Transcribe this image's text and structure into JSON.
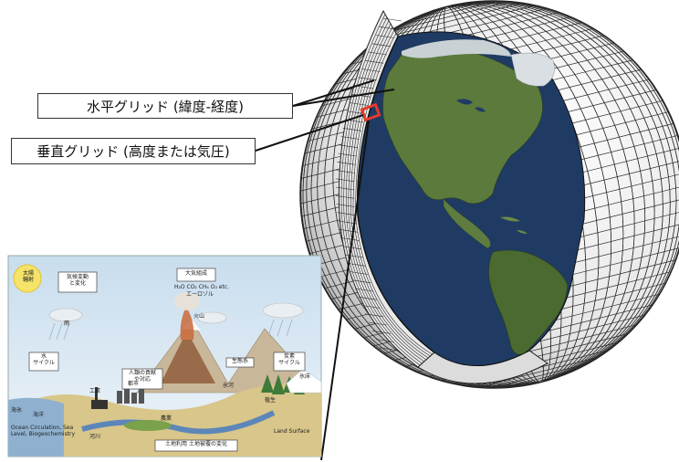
{
  "labels": {
    "horizontal_grid": "水平グリッド (緯度-経度)",
    "vertical_grid": "垂直グリッド (高度または気圧)"
  },
  "inset": {
    "boxes": {
      "solar": "太陽\n輻射",
      "climate_change": "気候変動\nと変化",
      "atmos_composition": "大気組成",
      "atmos_formula": "H₂O CO₂ CH₄ O₃ etc.",
      "aerosol": "エーロゾル",
      "water_cycle": "水\nサイクル",
      "human_response": "人類の貢献\nや対応",
      "ecosystem": "生態系",
      "carbon_cycle": "炭素\nサイクル",
      "land_use": "土地利用 土地被覆の変化"
    },
    "labels": {
      "rain": "雨",
      "volcano": "火山",
      "city": "都市",
      "factory": "工業",
      "farm": "農業",
      "ice_sheet": "氷河",
      "glacier": "氷床",
      "sea_ice": "海氷",
      "ocean": "海洋",
      "river": "河川",
      "vegetation": "植生",
      "land_surface": "Land Surface",
      "ocean_circulation": "Ocean Circulation, Sea Level, Biogeochemistry"
    }
  },
  "colors": {
    "grid_line": "#2a2a2a",
    "grid_face": "#efefef",
    "ocean": "#1f3b63",
    "land": "#4f6b35",
    "highlight": "#e63a2a"
  }
}
